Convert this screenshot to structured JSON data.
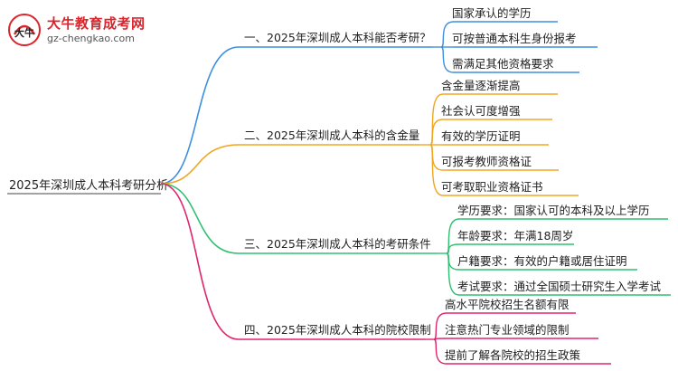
{
  "logo": {
    "name": "大牛教育成考网",
    "url": "gz-chengkao.com",
    "badge_text": "大牛"
  },
  "root": "2025年深圳成人本科考研分析",
  "branches": [
    {
      "label": "一、2025年深圳成人本科能否考研？",
      "color": "#3d8fe0",
      "children": [
        "国家承认的学历",
        "可按普通本科生身份报考",
        "需满足其他资格要求"
      ]
    },
    {
      "label": "二、2025年深圳成人本科的含金量",
      "color": "#f0a623",
      "children": [
        "含金量逐渐提高",
        "社会认可度增强",
        "有效的学历证明",
        "可报考教师资格证",
        "可考取职业资格证书"
      ]
    },
    {
      "label": "三、2025年深圳成人本科的考研条件",
      "color": "#2fbf71",
      "children": [
        "学历要求：国家认可的本科及以上学历",
        "年龄要求：年满18周岁",
        "户籍要求：有效的户籍或居住证明",
        "考试要求：通过全国硕士研究生入学考试"
      ]
    },
    {
      "label": "四、2025年深圳成人本科的院校限制",
      "color": "#e0246b",
      "children": [
        "高水平院校招生名额有限",
        "注意热门专业领域的限制",
        "提前了解各院校的招生政策"
      ]
    }
  ]
}
